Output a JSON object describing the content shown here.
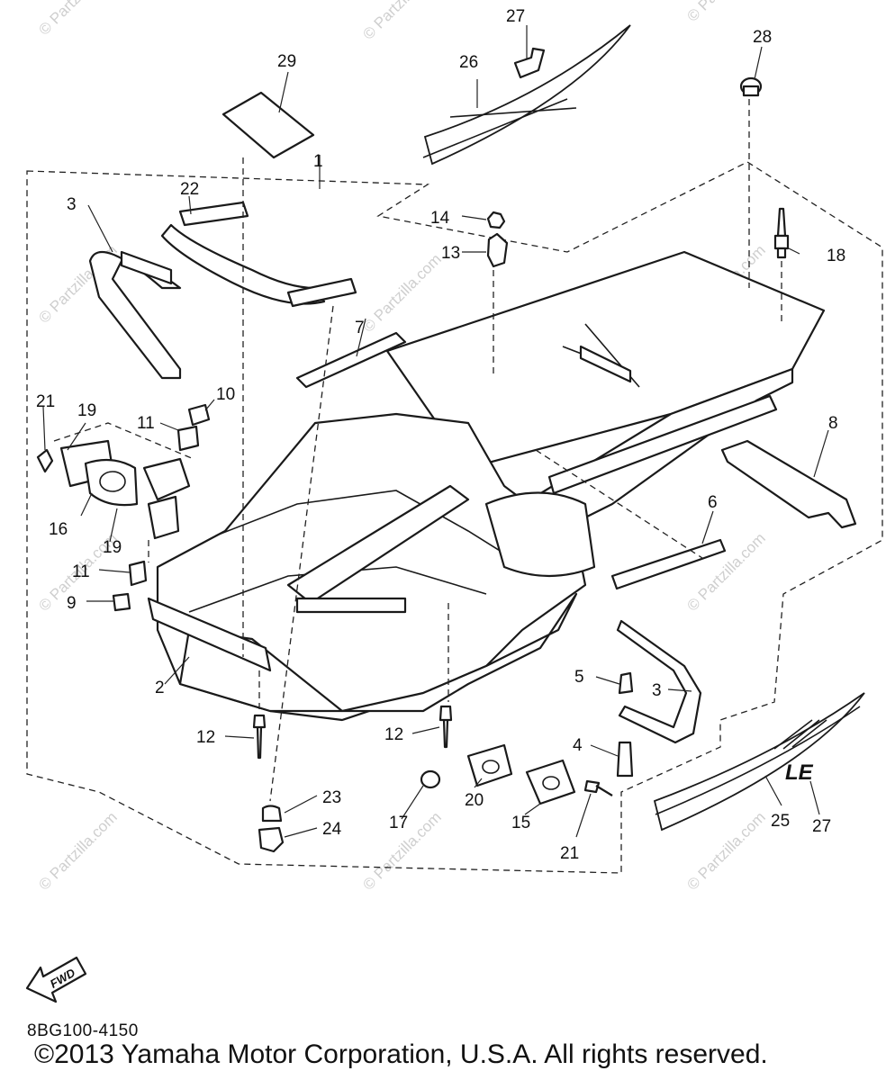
{
  "diagram": {
    "drawing_code": "8BG100-4150",
    "copyright": "©2013  Yamaha Motor Corporation, U.S.A. All rights reserved.",
    "watermark": "© Partzilla.com",
    "fwd_label": "FWD",
    "le_badge": "LE",
    "callouts": {
      "c1": "1",
      "c2": "2",
      "c3a": "3",
      "c3b": "3",
      "c4": "4",
      "c5": "5",
      "c6": "6",
      "c7": "7",
      "c8": "8",
      "c9": "9",
      "c10": "10",
      "c11a": "11",
      "c11b": "11",
      "c12a": "12",
      "c12b": "12",
      "c13": "13",
      "c14": "14",
      "c15": "15",
      "c16": "16",
      "c17": "17",
      "c18": "18",
      "c19a": "19",
      "c19b": "19",
      "c20": "20",
      "c21a": "21",
      "c21b": "21",
      "c22": "22",
      "c23": "23",
      "c24": "24",
      "c25": "25",
      "c26": "26",
      "c27a": "27",
      "c27b": "27",
      "c28": "28",
      "c29": "29"
    }
  }
}
